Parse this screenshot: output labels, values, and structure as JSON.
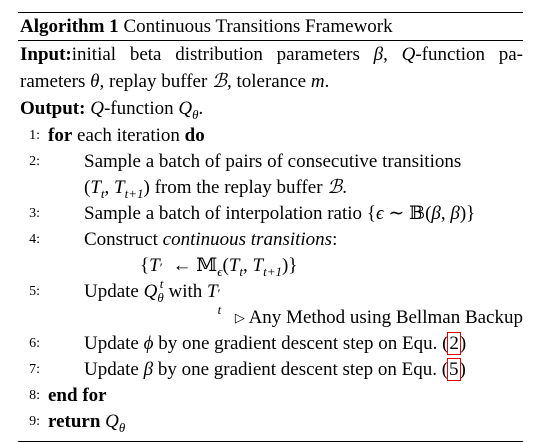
{
  "algorithm": {
    "label": "Algorithm 1",
    "title": "Continuous Transitions Framework"
  },
  "input": {
    "label": "Input:",
    "text": "initial beta distribution parameters β, Q-function parameters θ, replay buffer ℬ, tolerance m."
  },
  "output": {
    "label": "Output:",
    "text": "Q-function Q_θ."
  },
  "keywords": {
    "for": "for",
    "do": "do",
    "end_for": "end for",
    "return": "return"
  },
  "steps": [
    {
      "num": "1:",
      "text": "for each iteration do"
    },
    {
      "num": "2:",
      "text": "Sample a batch of pairs of consecutive transitions (T_t, T_{t+1}) from the replay buffer ℬ."
    },
    {
      "num": "3:",
      "text": "Sample a batch of interpolation ratio {ϵ ∼ 𝔹(β, β)}"
    },
    {
      "num": "4:",
      "text": "Construct continuous transitions: {T'_t ← 𝕄_ϵ(T_t, T_{t+1})}"
    },
    {
      "num": "5:",
      "text": "Update Q_θ with T'_t"
    },
    {
      "num": "6:",
      "text": "Update ϕ by one gradient descent step on Equ. (2)"
    },
    {
      "num": "7:",
      "text": "Update β by one gradient descent step on Equ. (5)"
    },
    {
      "num": "8:",
      "text": "end for"
    },
    {
      "num": "9:",
      "text": "return Q_θ"
    }
  ],
  "texts": {
    "s1_rest": " each iteration ",
    "s2_a": "Sample a batch of pairs of consecutive transitions",
    "s2_b": "from the replay buffer",
    "s3": "Sample a batch of interpolation ratio",
    "s4_a": "Construct",
    "s4_b": "continuous transitions",
    "s5_a": "Update",
    "s5_b": "with",
    "s5_comment": "Any Method using Bellman Backup",
    "s6_a": "Update",
    "s6_b": "by one gradient descent step on Equ.",
    "s7_a": "Update",
    "s7_b": "by one gradient descent step on Equ.",
    "input_a": "initial beta distribution parameters",
    "input_b": "-function pa-",
    "input_c": "rameters",
    "input_d": ", replay buffer",
    "input_e": ", tolerance",
    "output_a": "-function"
  },
  "refs": {
    "eq2": "2",
    "eq5": "5"
  },
  "colors": {
    "ref_box": "#e00000",
    "text": "#000000"
  }
}
